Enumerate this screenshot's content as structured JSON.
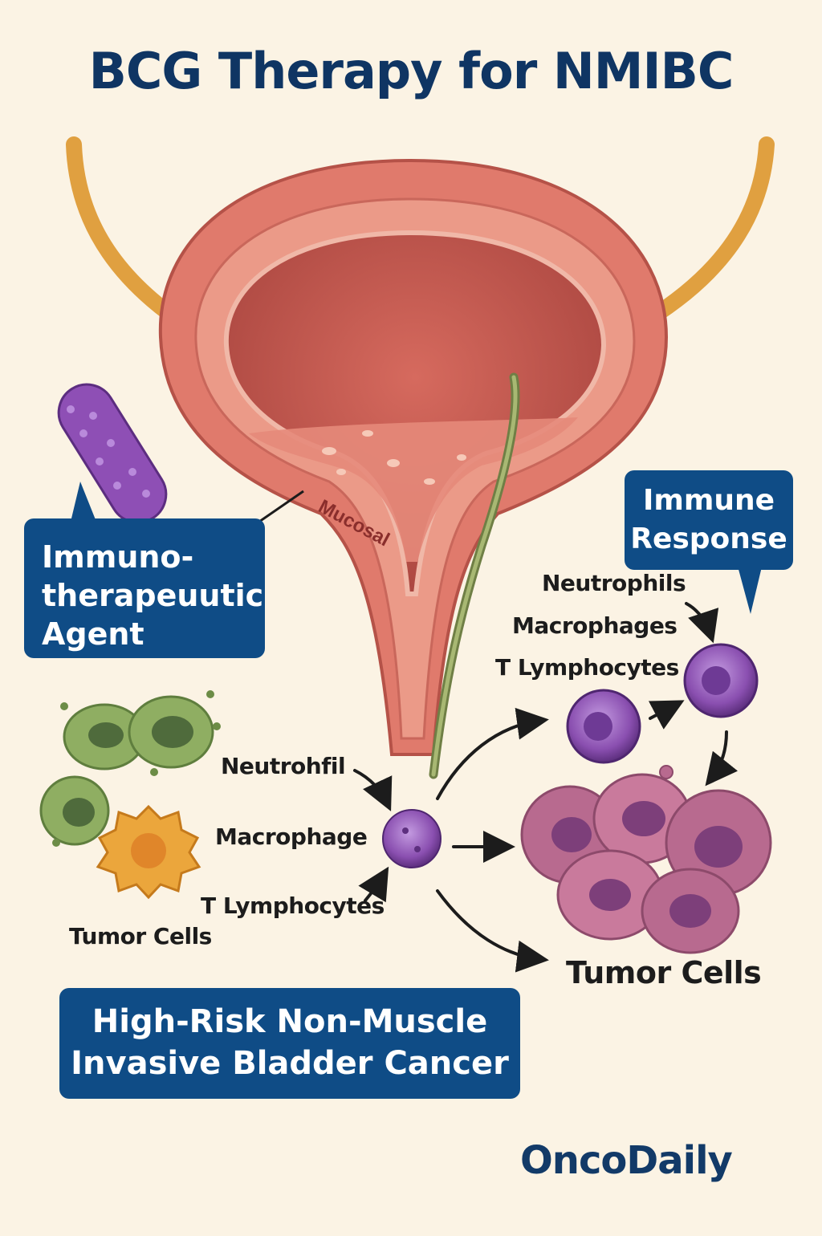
{
  "title": "BCG Therapy for NMIBC",
  "colors": {
    "background": "#fbf3e4",
    "title": "#0f3563",
    "box": "#0f4c86",
    "bladder": "#e07a6c",
    "bladder_inner": "#c8544c",
    "ureter": "#e0a040",
    "catheter": "#8a9a58",
    "bcg_bacterium": "#8e4fb5",
    "immune_cell": "#8a4fb0",
    "tumor_cell": "#b86a8f",
    "green_cell": "#8fae62",
    "macrophage_cell": "#eba63c"
  },
  "labels": {
    "mucosal": "Mucosal",
    "neutrophil_left": "Neutrohfil",
    "macrophage_left": "Macrophage",
    "t_lymphocytes_left": "T Lymphocytes",
    "tumor_cells_left": "Tumor Cells",
    "neutrophils_right": "Neutrophils",
    "macrophages_right": "Macrophages",
    "t_lymphocytes_right": "T Lymphocytes",
    "tumor_cells_right": "Tumor Cells"
  },
  "boxes": {
    "agent": {
      "line1": "Immuno-",
      "line2": "therapeuutic",
      "line3": "Agent"
    },
    "immune": {
      "line1": "Immune",
      "line2": "Response"
    },
    "cancer": {
      "line1": "High-Risk Non-Muscle",
      "line2": "Invasive Bladder Cancer"
    }
  },
  "brand": "OncoDaily"
}
